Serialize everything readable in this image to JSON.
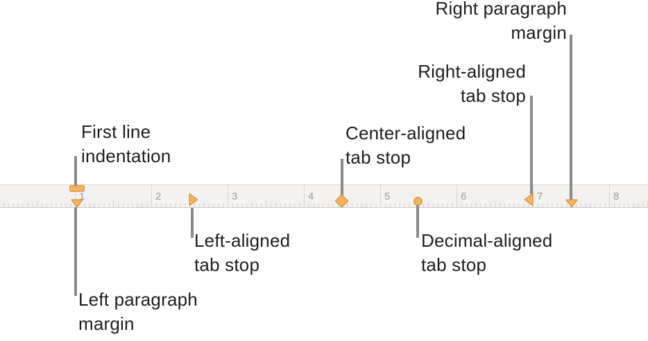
{
  "colors": {
    "marker_fill": "#f5b55e",
    "marker_stroke": "#e2943a",
    "callout_line": "#8a8a8a",
    "label_text": "#1d1d1d",
    "ruler_bg": "#f4f2f0",
    "ruler_border": "#d8d6d4",
    "tick": "#d5d3d1",
    "inch_line": "#d7d5d3",
    "ruler_number": "#9e9c9a"
  },
  "ruler": {
    "numbers": [
      "1",
      "2",
      "3",
      "4",
      "5",
      "6",
      "7",
      "8"
    ]
  },
  "labels": {
    "first_line_indentation": "First line\nindentation",
    "left_paragraph_margin": "Left paragraph\nmargin",
    "left_aligned_tab_stop": "Left-aligned\ntab stop",
    "center_aligned_tab_stop": "Center-aligned\ntab stop",
    "decimal_aligned_tab_stop": "Decimal-aligned\ntab stop",
    "right_aligned_tab_stop": "Right-aligned\ntab stop",
    "right_paragraph_margin": "Right paragraph\nmargin"
  },
  "markers": [
    {
      "name": "first-line-indentation-marker",
      "shape": "rectangle",
      "position_inches": 1
    },
    {
      "name": "left-paragraph-margin-marker",
      "shape": "triangle-down",
      "position_inches": 1
    },
    {
      "name": "left-aligned-tab-stop-marker",
      "shape": "triangle-right",
      "position_inches": 2.5
    },
    {
      "name": "center-aligned-tab-stop-marker",
      "shape": "diamond",
      "position_inches": 4.5
    },
    {
      "name": "decimal-aligned-tab-stop-marker",
      "shape": "circle",
      "position_inches": 5.5
    },
    {
      "name": "right-aligned-tab-stop-marker",
      "shape": "triangle-left",
      "position_inches": 7
    },
    {
      "name": "right-paragraph-margin-marker",
      "shape": "triangle-down",
      "position_inches": 7.5
    }
  ]
}
